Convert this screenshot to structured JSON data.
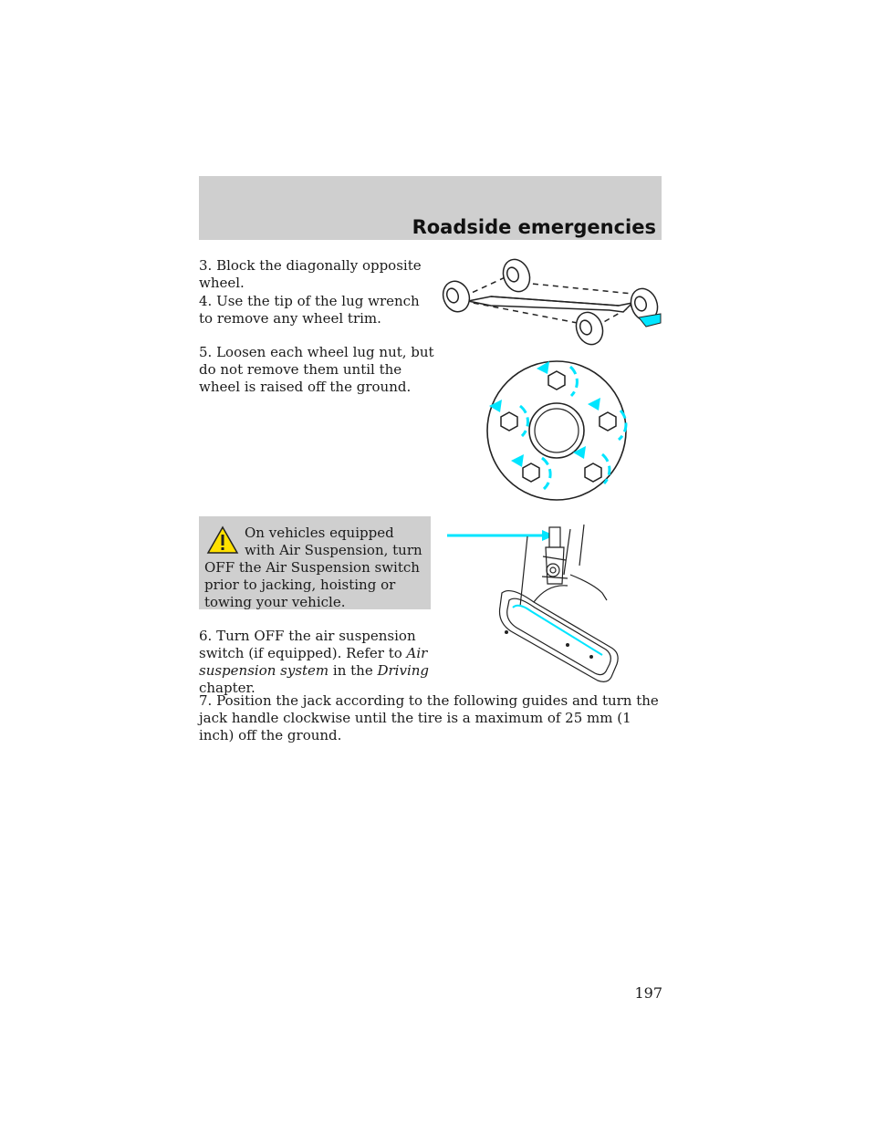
{
  "header": {
    "title": "Roadside emergencies"
  },
  "steps": {
    "step3": "3. Block the diagonally opposite wheel.",
    "step4": "4. Use the tip of the lug wrench to remove any wheel trim.",
    "step5": "5. Loosen each wheel lug nut, but do not remove them until the wheel is raised off the ground.",
    "step6_a": "6. Turn OFF the air suspension switch (if equipped). Refer to ",
    "step6_ref1": "Air suspension system",
    "step6_b": " in the ",
    "step6_ref2": "Driving",
    "step6_c": " chapter.",
    "step7": "7. Position the jack according to the following guides and turn the jack handle clockwise until the tire is a maximum of 25 mm (1 inch) off the ground."
  },
  "warning": {
    "text": "On vehicles equipped with Air Suspension, turn OFF the Air Suspension switch prior to jacking, hoisting or towing your vehicle.",
    "icon": "warning-triangle-icon"
  },
  "figures": {
    "wheel_block": "wheel-block-illustration",
    "lug_nut": "lug-nut-loosening-illustration",
    "air_switch": "air-suspension-switch-illustration"
  },
  "colors": {
    "accent": "#00e5ff",
    "band": "#cfcfcf",
    "warning_yellow": "#ffe000"
  },
  "page_number": "197"
}
